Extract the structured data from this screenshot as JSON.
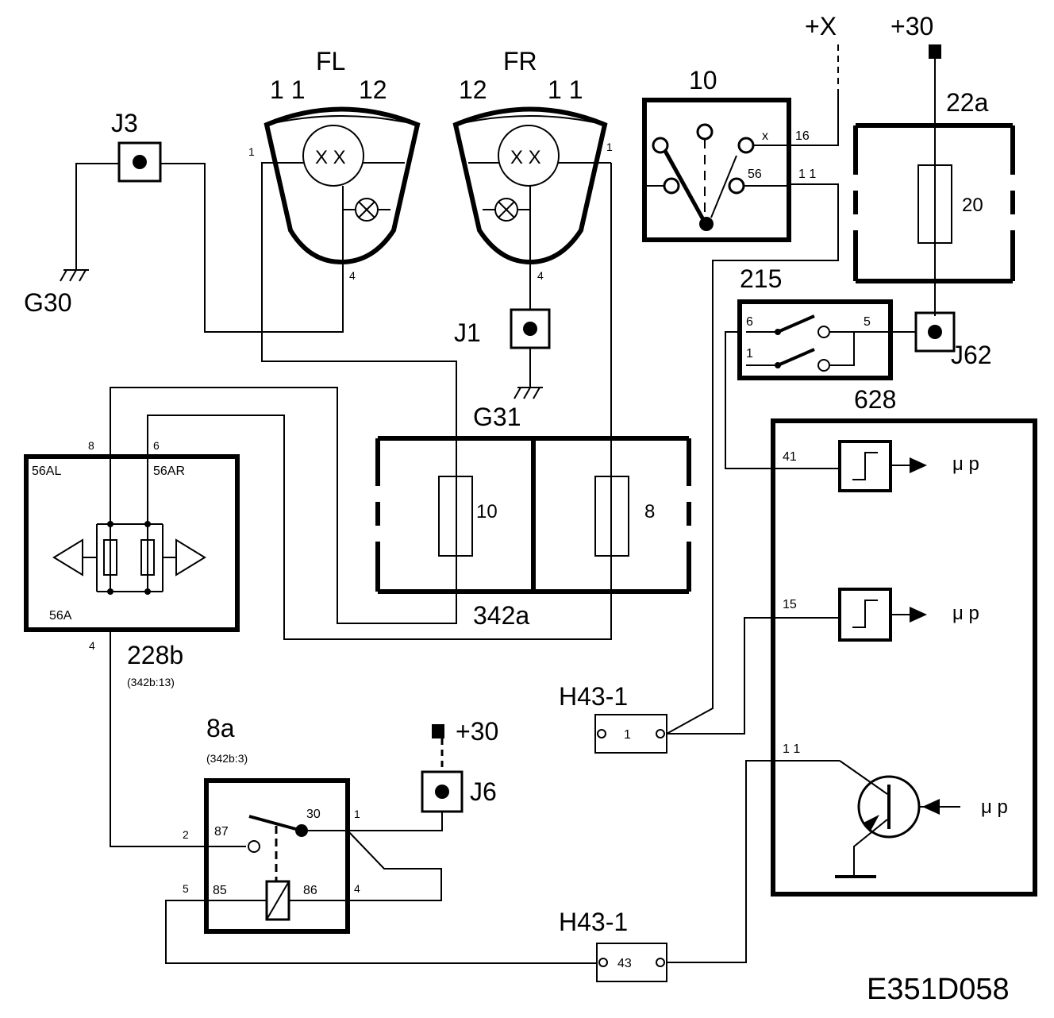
{
  "diagram_id": "E351D058",
  "labels": {
    "fl": "FL",
    "fr": "FR",
    "fl_pin_left": "1 1",
    "fl_pin_right": "12",
    "fr_pin_left": "12",
    "fr_pin_right": "1 1",
    "fl_lamp": "X X",
    "fr_lamp": "X X",
    "fl_pin1": "1",
    "fr_pin1": "1",
    "fl_pin4": "4",
    "fr_pin4": "4",
    "j3": "J3",
    "g30": "G30",
    "j1": "J1",
    "g31": "G31",
    "switch10": "10",
    "switch10_x": "x",
    "switch10_16": "16",
    "switch10_56": "56",
    "switch10_11": "1 1",
    "plus_x": "+X",
    "plus30_top": "+30",
    "fuse22a": "22a",
    "fuse22a_value": "20",
    "relay215": "215",
    "relay215_pin6": "6",
    "relay215_pin1": "1",
    "relay215_pin5": "5",
    "j62": "J62",
    "unit628": "628",
    "unit628_41": "41",
    "unit628_15": "15",
    "unit628_11": "1 1",
    "mu_p": "μ p",
    "module228b": "228b",
    "module228b_ref": "(342b:13)",
    "module228b_pin8": "8",
    "module228b_pin6": "6",
    "module228b_pin4": "4",
    "module228b_56al": "56AL",
    "module228b_56ar": "56AR",
    "module228b_56a": "56A",
    "fusebox342a": "342a",
    "fuse_a_value": "10",
    "fuse_b_value": "8",
    "relay8a": "8a",
    "relay8a_ref": "(342b:3)",
    "relay8a_87": "87",
    "relay8a_30": "30",
    "relay8a_85": "85",
    "relay8a_86": "86",
    "relay8a_pin2": "2",
    "relay8a_pin1": "1",
    "relay8a_pin5": "5",
    "relay8a_pin4": "4",
    "plus30_bottom": "+30",
    "j6": "J6",
    "h43_top": "H43-1",
    "h43_top_pin": "1",
    "h43_bottom": "H43-1",
    "h43_bottom_pin": "43"
  }
}
